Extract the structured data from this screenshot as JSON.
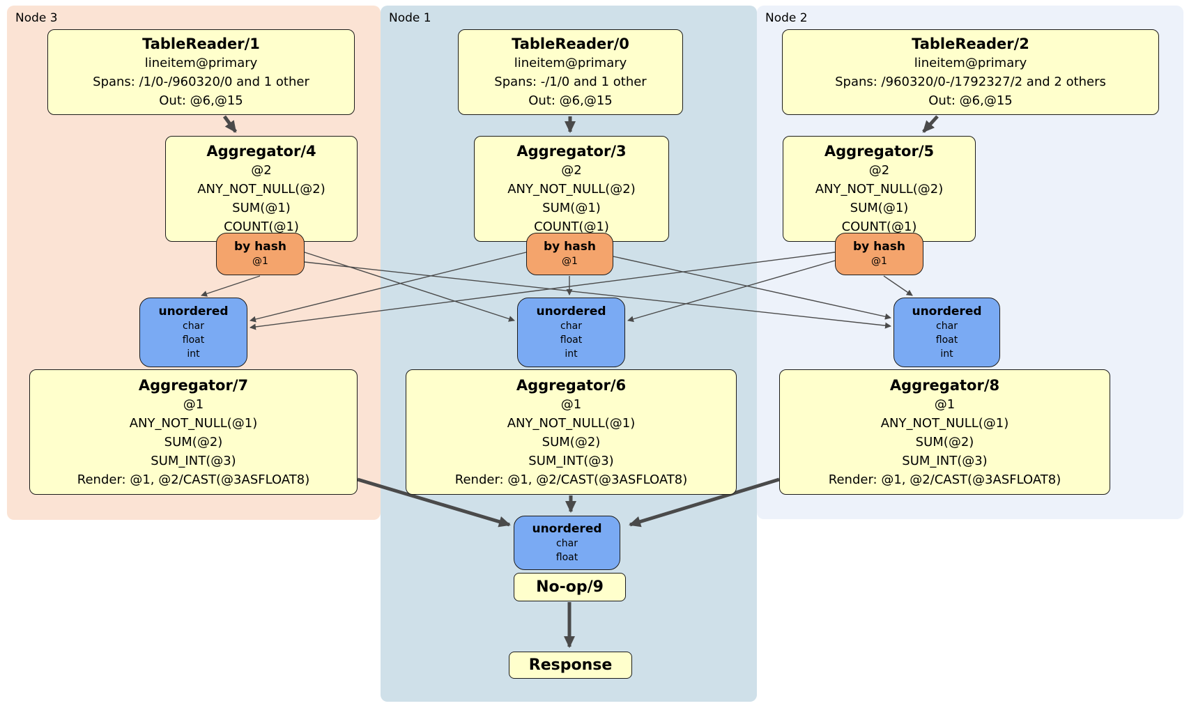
{
  "node3": {
    "label": "Node 3",
    "table_reader": {
      "title": "TableReader/1",
      "lines": [
        "lineitem@primary",
        "Spans: /1/0-/960320/0 and 1 other",
        "Out: @6,@15"
      ]
    },
    "aggregator_top": {
      "title": "Aggregator/4",
      "lines": [
        "@2",
        "ANY_NOT_NULL(@2)",
        "SUM(@1)",
        "COUNT(@1)"
      ]
    },
    "router": {
      "title": "by hash",
      "value": "@1"
    },
    "sync": {
      "title": "unordered",
      "lines": [
        "char",
        "float",
        "int"
      ]
    },
    "aggregator_bottom": {
      "title": "Aggregator/7",
      "lines": [
        "@1",
        "ANY_NOT_NULL(@1)",
        "SUM(@2)",
        "SUM_INT(@3)",
        "Render: @1, @2/CAST(@3ASFLOAT8)"
      ]
    }
  },
  "node1": {
    "label": "Node 1",
    "table_reader": {
      "title": "TableReader/0",
      "lines": [
        "lineitem@primary",
        "Spans: -/1/0 and 1 other",
        "Out: @6,@15"
      ]
    },
    "aggregator_top": {
      "title": "Aggregator/3",
      "lines": [
        "@2",
        "ANY_NOT_NULL(@2)",
        "SUM(@1)",
        "COUNT(@1)"
      ]
    },
    "router": {
      "title": "by hash",
      "value": "@1"
    },
    "sync": {
      "title": "unordered",
      "lines": [
        "char",
        "float",
        "int"
      ]
    },
    "aggregator_bottom": {
      "title": "Aggregator/6",
      "lines": [
        "@1",
        "ANY_NOT_NULL(@1)",
        "SUM(@2)",
        "SUM_INT(@3)",
        "Render: @1, @2/CAST(@3ASFLOAT8)"
      ]
    },
    "final_sync": {
      "title": "unordered",
      "lines": [
        "char",
        "float"
      ]
    },
    "noop": {
      "title": "No-op/9"
    },
    "response": {
      "title": "Response"
    }
  },
  "node2": {
    "label": "Node 2",
    "table_reader": {
      "title": "TableReader/2",
      "lines": [
        "lineitem@primary",
        "Spans: /960320/0-/1792327/2 and 2 others",
        "Out: @6,@15"
      ]
    },
    "aggregator_top": {
      "title": "Aggregator/5",
      "lines": [
        "@2",
        "ANY_NOT_NULL(@2)",
        "SUM(@1)",
        "COUNT(@1)"
      ]
    },
    "router": {
      "title": "by hash",
      "value": "@1"
    },
    "sync": {
      "title": "unordered",
      "lines": [
        "char",
        "float",
        "int"
      ]
    },
    "aggregator_bottom": {
      "title": "Aggregator/8",
      "lines": [
        "@1",
        "ANY_NOT_NULL(@1)",
        "SUM(@2)",
        "SUM_INT(@3)",
        "Render: @1, @2/CAST(@3ASFLOAT8)"
      ]
    }
  },
  "colors": {
    "node3_bg": "#fbe3d4",
    "node1_bg": "#cfe0e9",
    "node2_bg": "#edf2fa",
    "processor_box": "#ffffcc",
    "router_box": "#f4a46c",
    "sync_box": "#7aaaf3",
    "edge": "#4a4a4a"
  }
}
